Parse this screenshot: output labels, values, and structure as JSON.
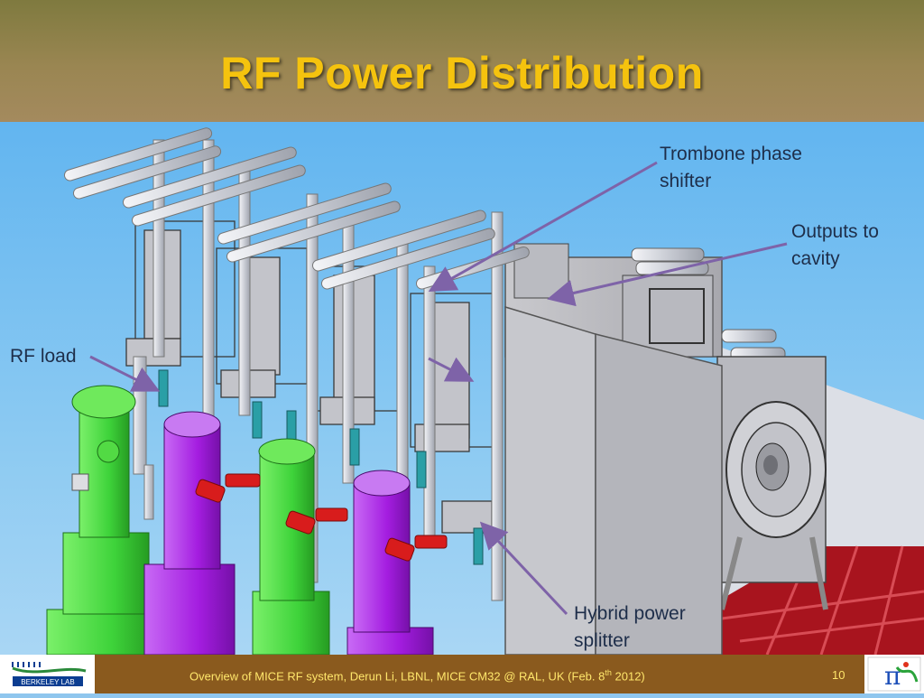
{
  "slide": {
    "title": "RF Power Distribution",
    "labels": {
      "trombone": [
        "Trombone phase",
        "shifter"
      ],
      "outputs": [
        "Outputs to",
        "cavity"
      ],
      "rf_load": "RF load",
      "hybrid": [
        "Hybrid power",
        "splitter"
      ]
    },
    "footer": {
      "text_before_sup": "Overview of MICE RF system,  Derun Li, LBNL, MICE CM32 @ RAL, UK (Feb. 8",
      "sup": "th",
      "text_after_sup": "  2012)",
      "page_number": "10"
    },
    "logos": {
      "left_name": "Berkeley Lab",
      "left_text": "BERKELEY LAB",
      "right_glyph": "π"
    },
    "colors": {
      "title": "#f5c30e",
      "title_band": "#9a8652",
      "footer_band": "#8a5a1e",
      "footer_text": "#ffe66b",
      "arrow": "#7e63a8",
      "load_green": "#3ed33a",
      "load_purple": "#a41de0",
      "flange_red": "#d81c1c",
      "frame_red": "#a8141e"
    }
  }
}
